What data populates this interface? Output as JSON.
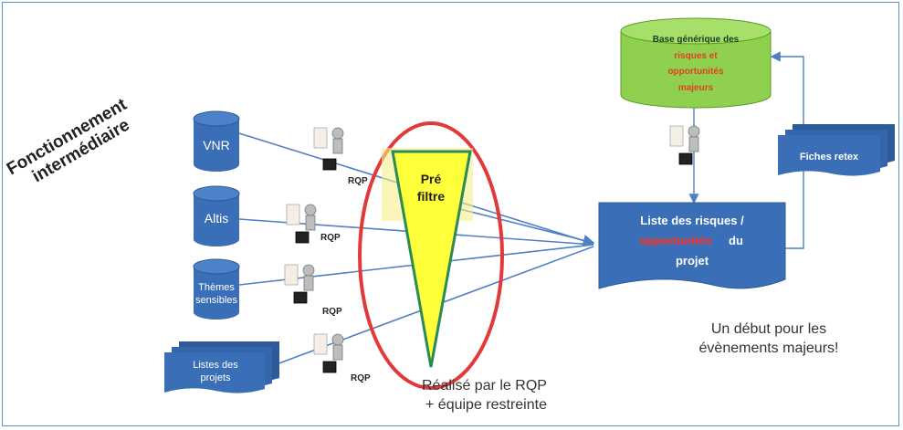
{
  "title": {
    "line1": "Fonctionnement",
    "line2": "intermédiaire"
  },
  "sources": [
    {
      "label": "VNR",
      "shape": "cylinder"
    },
    {
      "label": "Altis",
      "shape": "cylinder"
    },
    {
      "label_line1": "Thèmes",
      "label_line2": "sensibles",
      "shape": "cylinder"
    },
    {
      "label_line1": "Listes des",
      "label_line2": "projets",
      "shape": "multidocument"
    }
  ],
  "rqp_label": "RQP",
  "filter": {
    "line1": "Pré",
    "line2": "filtre"
  },
  "filter_caption": {
    "line1": "Réalisé par le RQP",
    "line2": "+ équipe restreinte"
  },
  "generic_base": {
    "line1": "Base générique des",
    "line2": "risques et",
    "line3": "opportunités",
    "line4": "majeurs"
  },
  "feedback_sheets": "Fiches retex",
  "project_list": {
    "line1": "Liste des risques /",
    "line2_struck": "opportunités",
    "line2_rest": "du",
    "line3": "projet"
  },
  "closing_note": {
    "line1": "Un début pour les",
    "line2": "évènements majeurs!"
  },
  "colors": {
    "box_blue": "#3a6fb7",
    "box_blue_dark": "#2d5a99",
    "arrow_blue": "#4f7fc4",
    "filter_yellow": "#ffff3a",
    "filter_edge": "#2b8a57",
    "ellipse_red": "#e03a3a",
    "base_green": "#8fd14f",
    "base_text_red": "#e04020"
  }
}
